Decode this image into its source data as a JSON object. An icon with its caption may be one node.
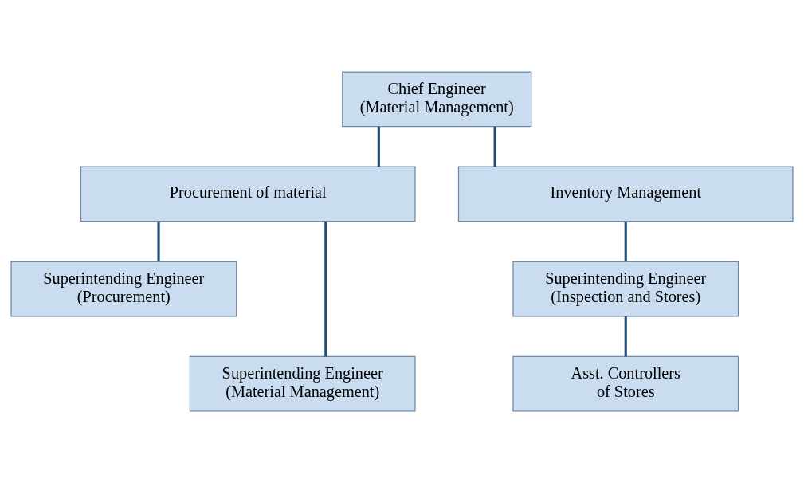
{
  "diagram": {
    "nodes": [
      {
        "text": [
          "Chief Engineer (Material Management)"
        ]
      },
      {
        "text": [
          "Procurement of material"
        ]
      },
      {
        "text": [
          "Inventory Management"
        ]
      },
      {
        "text": [
          "Superintending Engineer (Procurement)"
        ]
      },
      {
        "text": [
          "Superintending Engineer (Material Management)"
        ]
      },
      {
        "text": [
          "Superintending Engineer (Inspection and Stores)"
        ]
      },
      {
        "text": [
          "Asst. Controllers of Stores"
        ]
      }
    ],
    "edges": [
      {
        "from": 0,
        "to": 1,
        "arrow": "none"
      },
      {
        "from": 0,
        "to": 2,
        "arrow": "none"
      },
      {
        "from": 1,
        "to": 3,
        "arrow": "none"
      },
      {
        "from": 1,
        "to": 4,
        "arrow": "none"
      },
      {
        "from": 2,
        "to": 5,
        "arrow": "none"
      },
      {
        "from": 5,
        "to": 6,
        "arrow": "none"
      }
    ]
  }
}
